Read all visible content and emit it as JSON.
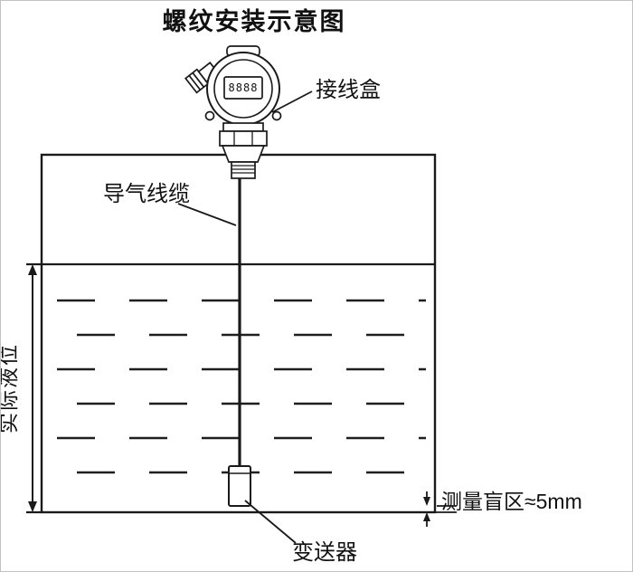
{
  "title": "螺纹安装示意图",
  "device": {
    "display_value": "8888"
  },
  "labels": {
    "junction_box": "接线盒",
    "air_cable": "导气线缆",
    "actual_level": "实际液位",
    "blind_zone": "测量盲区≈5mm",
    "transmitter_probe": "变送器"
  },
  "colors": {
    "line": "#1a1a1a",
    "background": "#ffffff"
  }
}
